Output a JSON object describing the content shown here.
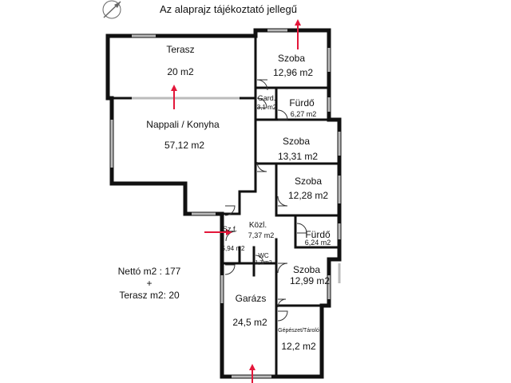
{
  "header": {
    "note": "Az alaprajz tájékoztató jellegű"
  },
  "rooms": [
    {
      "name": "Terasz",
      "area": "20 m2"
    },
    {
      "name": "Szoba",
      "area": "12,96 m2"
    },
    {
      "name": "Gard.",
      "area": "3,1 m2"
    },
    {
      "name": "Fürdő",
      "area": "6,27 m2"
    },
    {
      "name": "Nappali / Konyha",
      "area": "57,12 m2"
    },
    {
      "name": "Szoba",
      "area": "13,31 m2"
    },
    {
      "name": "Szoba",
      "area": "12,28 m2"
    },
    {
      "name": "Sz.f.",
      "area": "5,94 m2"
    },
    {
      "name": "Közl.",
      "area": "7,37 m2"
    },
    {
      "name": "Fürdő",
      "area": "6,24 m2"
    },
    {
      "name": "WC",
      "area": "1,7 m2"
    },
    {
      "name": "Szoba",
      "area": "12,99 m2"
    },
    {
      "name": "Garázs",
      "area": "24,5 m2"
    },
    {
      "name": "Gépészet/Tároló",
      "area": "12,2 m2"
    }
  ],
  "summary": {
    "net_label": "Nettó m2 : 177",
    "plus": "+",
    "terrace_label": "Terasz m2: 20"
  },
  "colors": {
    "wall": "#111111",
    "window": "#bbbbbb",
    "entrance_arrow": "#e3173a"
  },
  "icons": {
    "compass": "compass-icon"
  }
}
